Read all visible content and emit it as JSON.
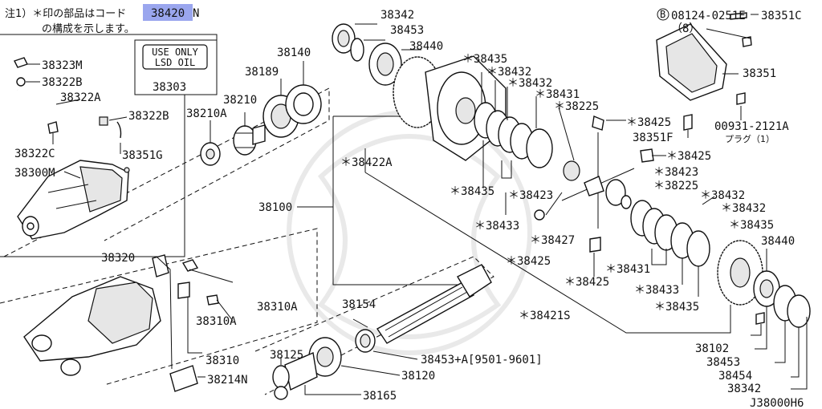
{
  "note": {
    "line1_prefix": "注1）＊印の部品はコード",
    "line1_code": "38420",
    "line1_suffix": "N",
    "line2": "の構成を示します。"
  },
  "oil_box": {
    "line1": "USE ONLY",
    "line2": "LSD OIL",
    "part": "38303"
  },
  "labels": {
    "p38323M": "38323M",
    "p38322B": "38322B",
    "p38322A": "38322A",
    "p38322B2": "38322B",
    "p38322C": "38322C",
    "p38351G": "38351G",
    "p38300M": "38300M",
    "p38210A": "38210A",
    "p38210": "38210",
    "p38189": "38189",
    "p38140": "38140",
    "p38342t": "38342",
    "p38453t": "38453",
    "p38440t": "38440",
    "s38435a": "＊38435",
    "s38432a": "＊38432",
    "s38432b": "＊38432",
    "s38431a": "＊38431",
    "s38225a": "＊38225",
    "s38425a": "＊38425",
    "s38425b": "＊38425",
    "s38423a": "＊38423",
    "s38225b": "＊38225",
    "s38432c": "＊38432",
    "s38432d": "＊38432",
    "s38435b": "＊38435",
    "p38440r": "38440",
    "s38422A": "＊38422A",
    "s38435c": "＊38435",
    "s38423b": "＊38423",
    "s38433a": "＊38433",
    "s38427": "＊38427",
    "s38425c": "＊38425",
    "s38425d": "＊38425",
    "s38431b": "＊38431",
    "s38433b": "＊38433",
    "s38435d": "＊38435",
    "p38100": "38100",
    "s38421S": "＊38421S",
    "p08124": "08124-0251E",
    "p08124q": "（8）",
    "p38351C": "38351C",
    "p38351": "38351",
    "p38351F": "38351F",
    "p00931": "00931-2121A",
    "p00931s": "プラグ（1）",
    "p38320": "38320",
    "p38310A": "38310A",
    "p38310A2": "38310A",
    "p38310": "38310",
    "p38214N": "38214N",
    "p38154": "38154",
    "p38125": "38125",
    "p38453A": "38453+A[9501-9601]",
    "p38120": "38120",
    "p38165": "38165",
    "p38102": "38102",
    "p38453b": "38453",
    "p38454": "38454",
    "p38342b": "38342",
    "diagram_id": "J38000H6"
  }
}
